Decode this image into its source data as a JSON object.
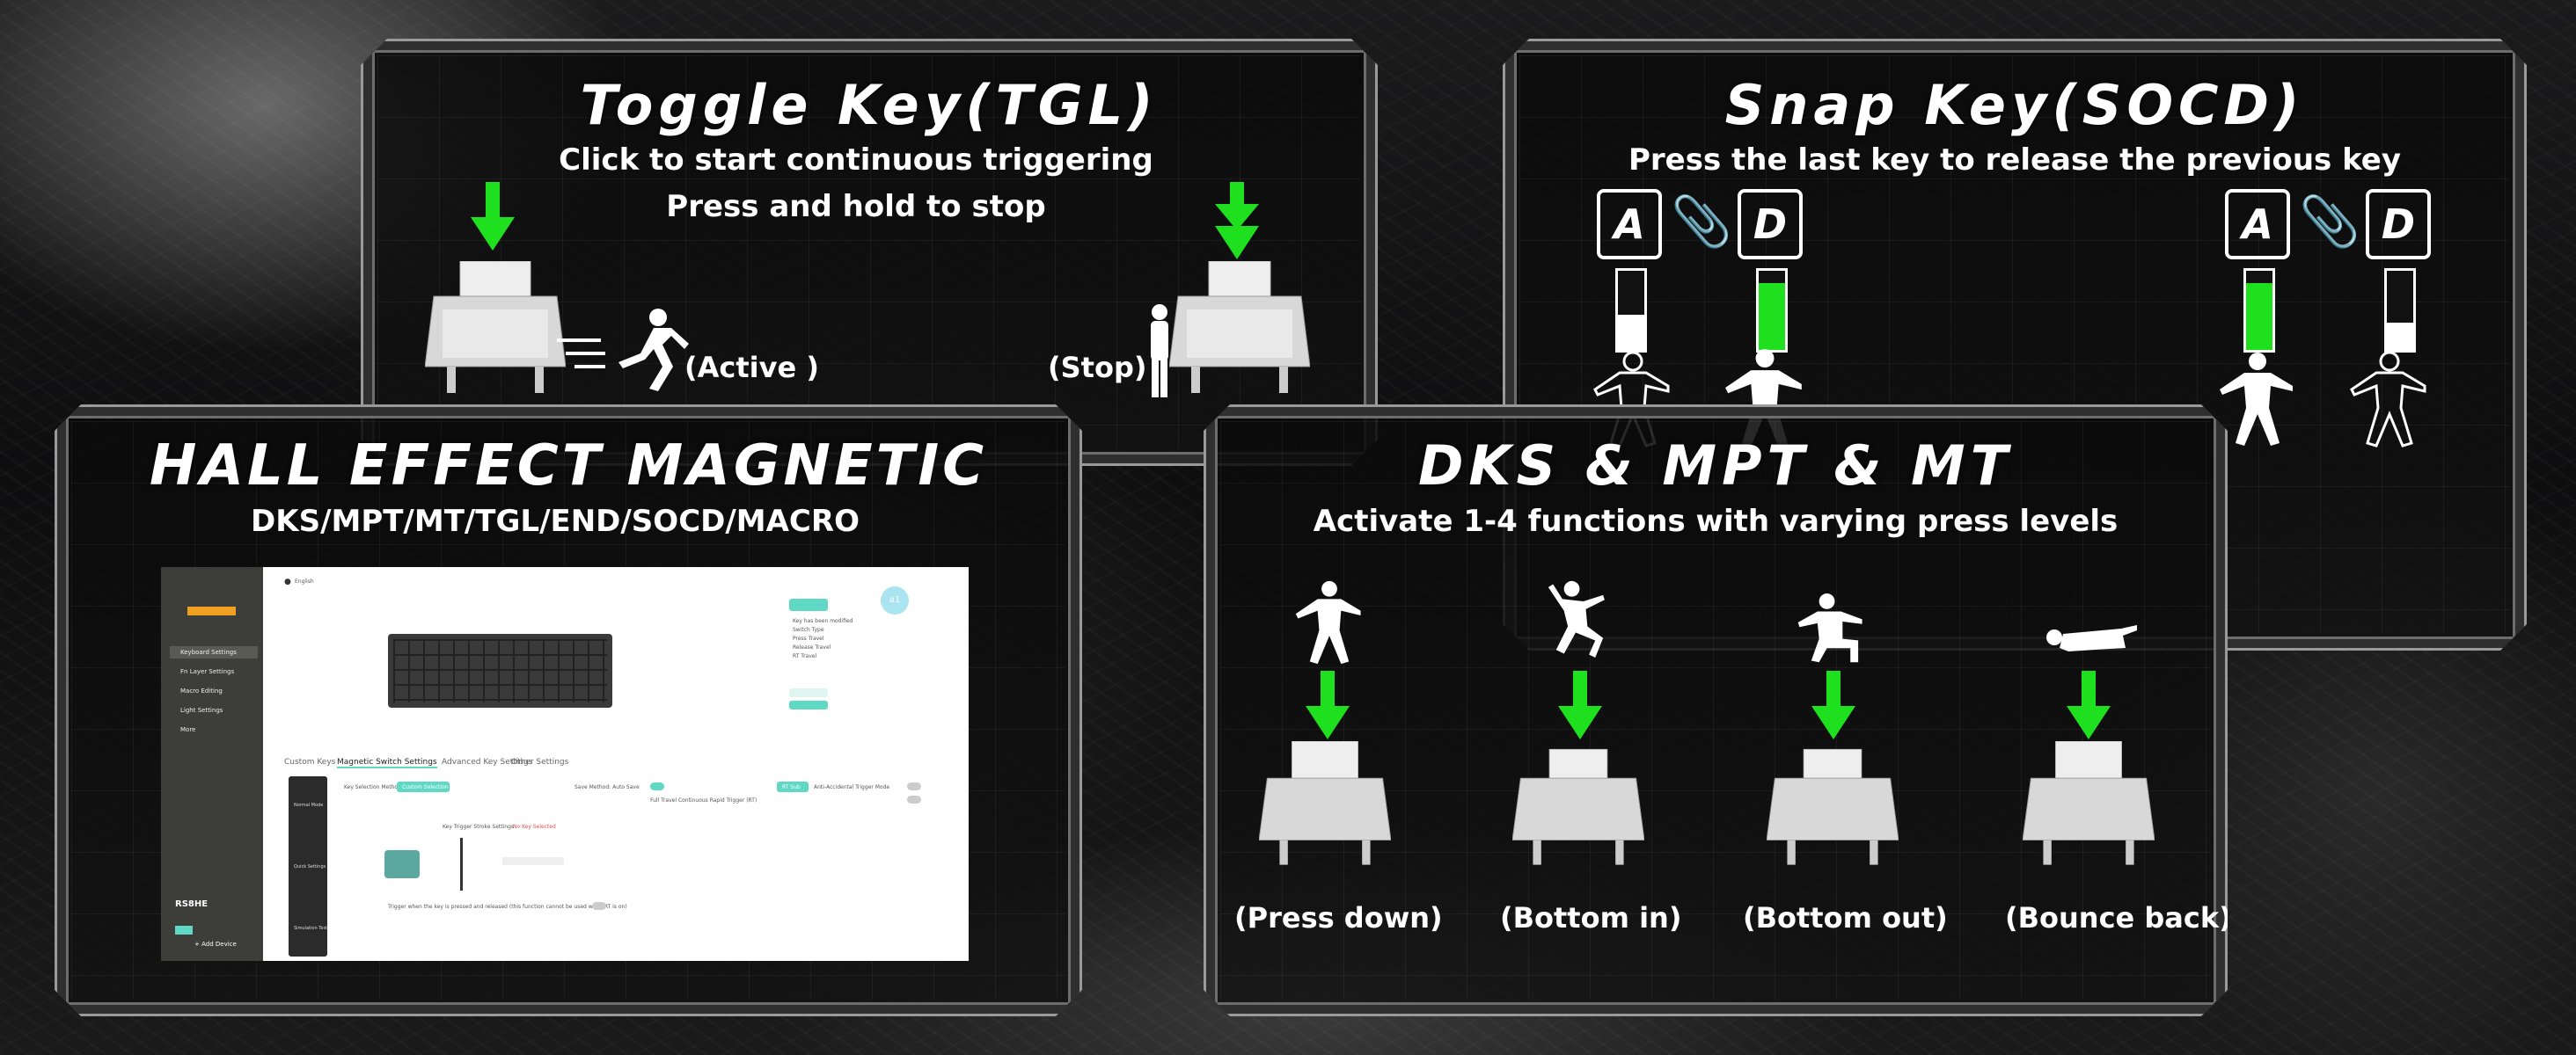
{
  "colors": {
    "accent_green": "#1fe01f",
    "panel_border": "#9a9a9a",
    "teal": "#5fd9c4"
  },
  "toggle": {
    "title": "Toggle Key(TGL)",
    "line1": "Click to start continuous triggering",
    "line2": "Press and hold to stop",
    "active_label": "(Active )",
    "stop_label": "(Stop)"
  },
  "snap": {
    "title": "Snap Key(SOCD)",
    "subtitle": "Press the last key to release the previous key",
    "key_a": "A",
    "key_d": "D",
    "left_a_level": 0.45,
    "left_d_level": 0.85,
    "right_a_level": 0.85,
    "right_d_level": 0.35
  },
  "hall": {
    "title": "HALL EFFECT MAGNETIC",
    "subtitle": "DKS/MPT/MT/TGL/END/SOCD/MACRO"
  },
  "dks": {
    "title": "DKS &  MPT  &  MT",
    "subtitle": "Activate 1-4 functions with varying press levels",
    "states": [
      "(Press down)",
      "(Bottom in)",
      "(Bottom out)",
      "(Bounce back)"
    ]
  },
  "app": {
    "language": "English",
    "sidebar": [
      "Keyboard Settings",
      "Fn Layer Settings",
      "Macro Editing",
      "Light Settings",
      "More"
    ],
    "device_name": "RS8HE",
    "add_device": "+ Add Device",
    "tabs": [
      "Custom Keys",
      "Magnetic Switch Settings",
      "Advanced Key Settings",
      "Other Settings"
    ],
    "mode_labels": [
      "Normal Mode",
      "Quick Settings",
      "Simulation Test"
    ],
    "key_selection": "Key Selection Method",
    "custom_selection": "Custom Selection",
    "save_method": "Save Method: Auto Save",
    "rt_sub": "RT Sub",
    "anti_accidental": "Anti-Accidental Trigger Mode",
    "full_travel": "Full Travel Continuous Rapid Trigger (RT)",
    "trigger_stroke": "Key Trigger Stroke Settings",
    "not_selected": "No Key Selected",
    "trigger_note": "Trigger when the key is pressed and released (this function cannot be used when RT is on)",
    "legend": [
      "Key has been modified",
      "Switch Type",
      "Press Travel",
      "Release Travel",
      "RT Travel"
    ],
    "badge": "a1"
  }
}
